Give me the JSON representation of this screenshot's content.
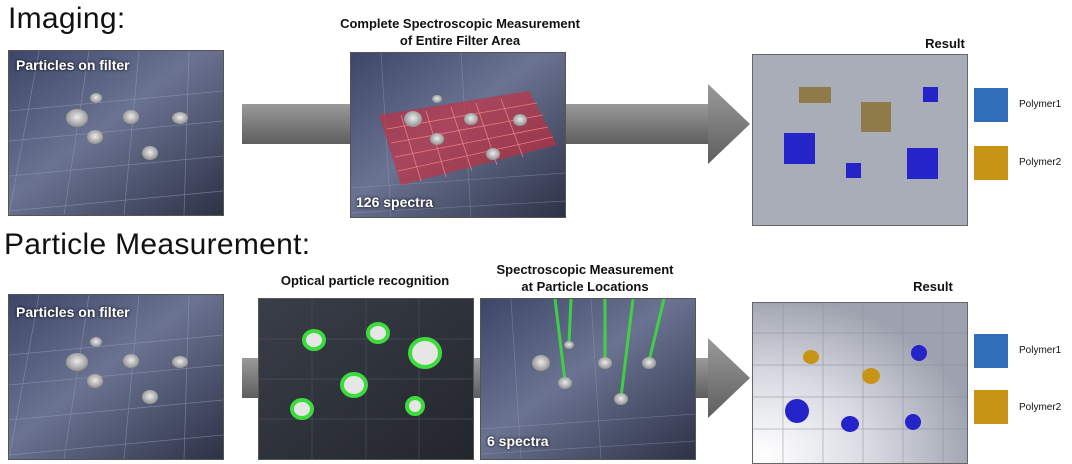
{
  "sections": {
    "imaging": {
      "heading": "Imaging:",
      "panel1_label": "Particles on filter",
      "panel2_title_line1": "Complete Spectroscopic Measurement",
      "panel2_title_line2": "of Entire Filter Area",
      "panel2_label": "126 spectra",
      "result_title": "Result"
    },
    "particle": {
      "heading": "Particle Measurement:",
      "panel1_label": "Particles on filter",
      "recognition_title": "Optical particle recognition",
      "measure_title_line1": "Spectroscopic Measurement",
      "measure_title_line2": "at Particle Locations",
      "measure_label": "6 spectra",
      "result_title": "Result"
    }
  },
  "legend": {
    "items": [
      {
        "label": "Polymer1",
        "color": "#2f6fba"
      },
      {
        "label": "Polymer2",
        "color": "#c89416"
      }
    ]
  },
  "colors": {
    "polymer1_dark": "#2424c8",
    "polymer2_dark": "#8f7a4a",
    "grid_red": "#d0283a",
    "laser_green": "#3cdc3c",
    "arrow": "#8a8a8a",
    "result_bg": "#a8adb8"
  }
}
